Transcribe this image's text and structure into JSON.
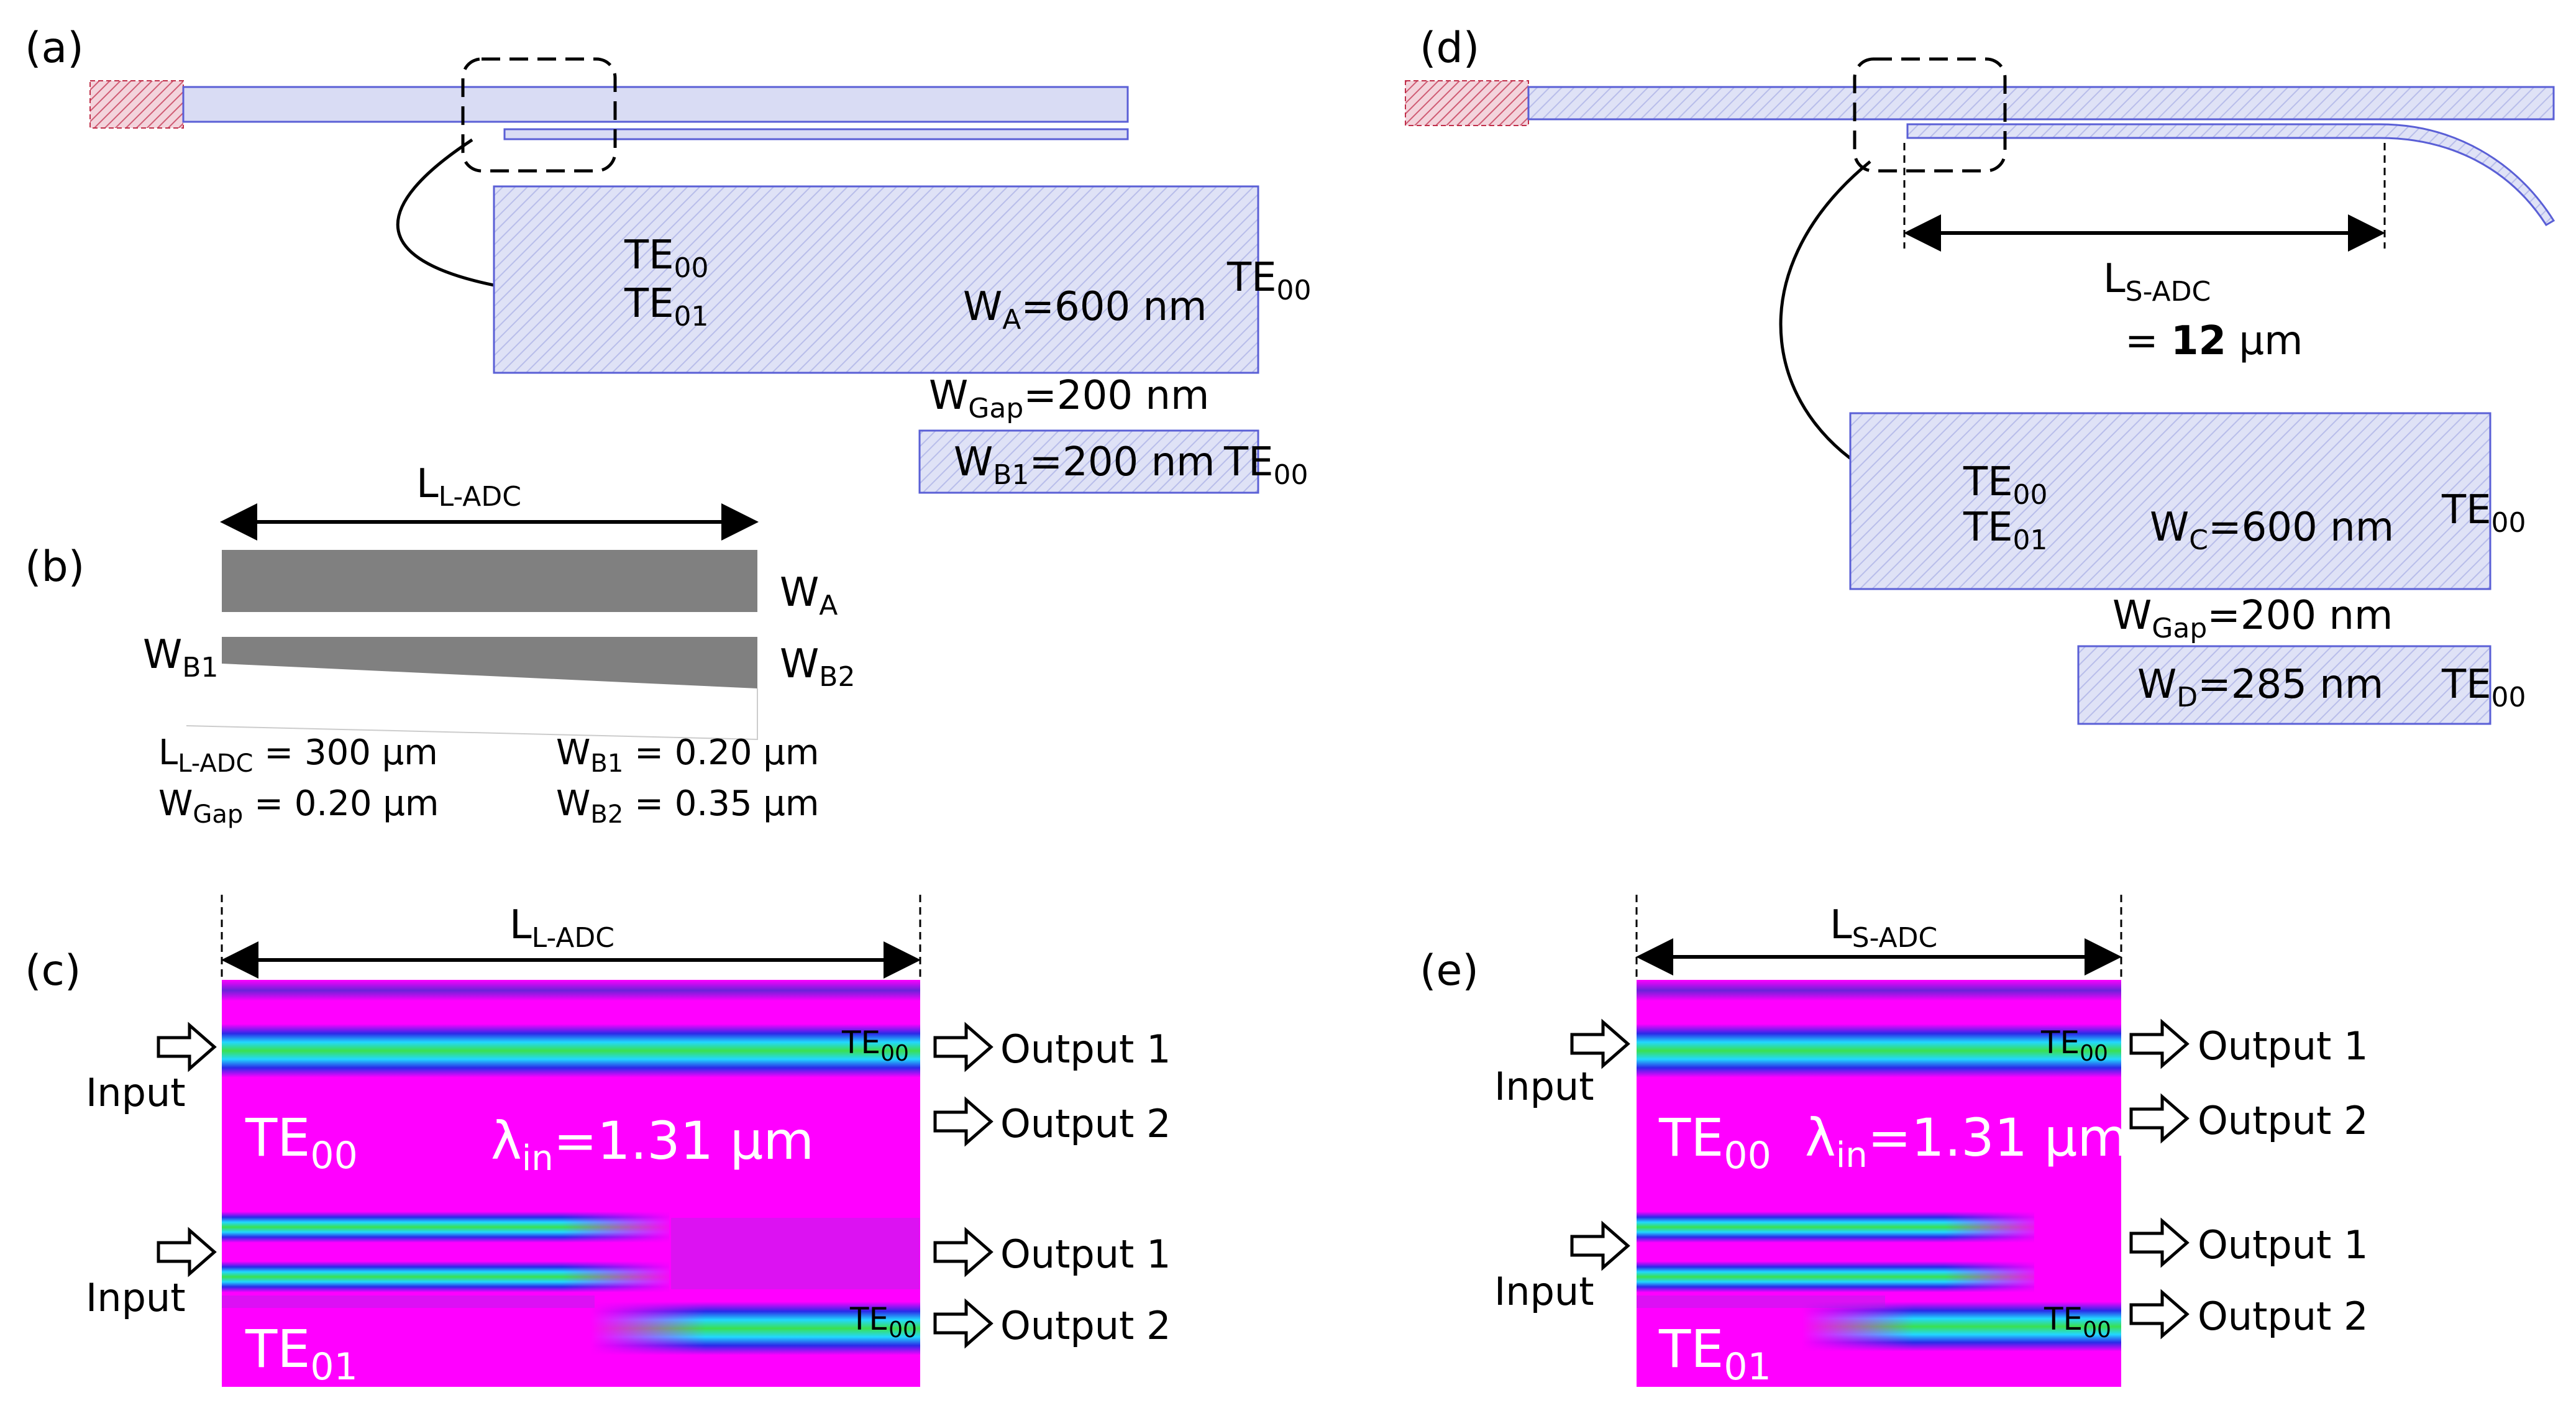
{
  "panels": {
    "a": "(a)",
    "b": "(b)",
    "c": "(c)",
    "d": "(d)",
    "e": "(e)"
  },
  "panel_a": {
    "mode_te00": "TE",
    "mode_te00_sub": "00",
    "mode_te01": "TE",
    "mode_te01_sub": "01",
    "wa_w": "W",
    "wa_sub": "A",
    "wa_val": "=600 nm",
    "out_upper": "TE",
    "out_upper_sub": "00",
    "gap_w": "W",
    "gap_sub": "Gap",
    "gap_val": "=200 nm",
    "wb1_w": "W",
    "wb1_sub": "B1",
    "wb1_val": "=200 nm",
    "out_lower": "TE",
    "out_lower_sub": "00"
  },
  "panel_b": {
    "length_l": "L",
    "length_sub": "L-ADC",
    "wa": "W",
    "wa_sub": "A",
    "wb1": "W",
    "wb1_sub": "B1",
    "wb2": "W",
    "wb2_sub": "B2",
    "p1_l": "L",
    "p1_sub": "L-ADC",
    "p1_val": " = 300 μm",
    "p2_l": "W",
    "p2_sub": "Gap",
    "p2_val": " = 0.20 μm",
    "p3_l": "W",
    "p3_sub": "B1",
    "p3_val": " = 0.20 μm",
    "p4_l": "W",
    "p4_sub": "B2",
    "p4_val": " = 0.35 μm"
  },
  "panel_c": {
    "length_l": "L",
    "length_sub": "L-ADC",
    "input1": "Input",
    "input2": "Input",
    "out1a": "Output 1",
    "out2a": "Output 2",
    "out1b": "Output 1",
    "out2b": "Output 2",
    "te00": "TE",
    "te00_sub": "00",
    "te01": "TE",
    "te01_sub": "01",
    "lambda": "λ",
    "lambda_sub": "in",
    "lambda_val": "=1.31 μm",
    "te_top": "TE",
    "te_top_sub": "00",
    "te_bot": "TE",
    "te_bot_sub": "00"
  },
  "panel_d": {
    "length_l": "L",
    "length_sub": "S-ADC",
    "length_eq": "= ",
    "length_num": "12",
    "length_unit": " μm",
    "mode_te00": "TE",
    "mode_te00_sub": "00",
    "mode_te01": "TE",
    "mode_te01_sub": "01",
    "wc_w": "W",
    "wc_sub": "C",
    "wc_val": "=600 nm",
    "out_upper": "TE",
    "out_upper_sub": "00",
    "gap_w": "W",
    "gap_sub": "Gap",
    "gap_val": "=200 nm",
    "wd_w": "W",
    "wd_sub": "D",
    "wd_val": "=285 nm",
    "out_lower": "TE",
    "out_lower_sub": "00"
  },
  "panel_e": {
    "length_l": "L",
    "length_sub": "S-ADC",
    "input1": "Input",
    "input2": "Input",
    "out1a": "Output 1",
    "out2a": "Output 2",
    "out1b": "Output 1",
    "out2b": "Output 2",
    "te00": "TE",
    "te00_sub": "00",
    "te01": "TE",
    "te01_sub": "01",
    "lambda": "λ",
    "lambda_sub": "in",
    "lambda_val": "=1.31 μm",
    "te_top": "TE",
    "te_top_sub": "00",
    "te_bot": "TE",
    "te_bot_sub": "00"
  },
  "colors": {
    "waveguide_fill": "#d9dcf4",
    "waveguide_stroke": "#5a5fd6",
    "taper_fill": "#f2c8d0",
    "taper_stroke": "#c0304a",
    "gray_bar": "#808080",
    "sim_bg": "#ff00ff",
    "sim_band_blue": "#2030e0",
    "sim_band_cyan": "#20e0ff",
    "sim_band_green": "#30e060"
  }
}
